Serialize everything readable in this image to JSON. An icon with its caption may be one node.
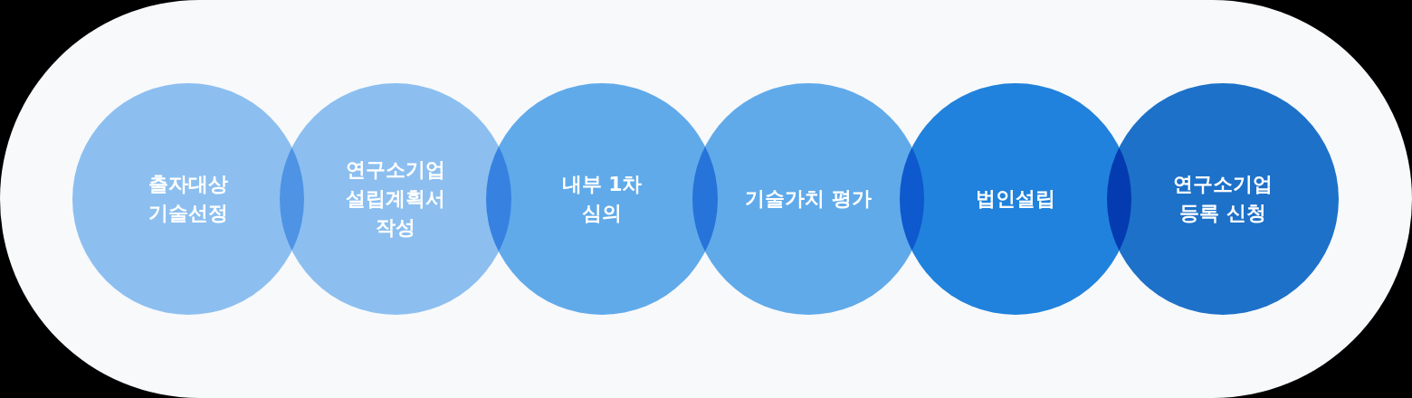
{
  "diagram": {
    "nodes": [
      {
        "text": [
          "출자대상 기술선정"
        ]
      },
      {
        "text": [
          "연구소기업 설립계획서 작성"
        ]
      },
      {
        "text": [
          "내부 1차 심의"
        ]
      },
      {
        "text": [
          "기술가치 평가"
        ]
      },
      {
        "text": [
          "법인설립"
        ]
      },
      {
        "text": [
          "연구소기업 등록 신청"
        ]
      }
    ]
  }
}
